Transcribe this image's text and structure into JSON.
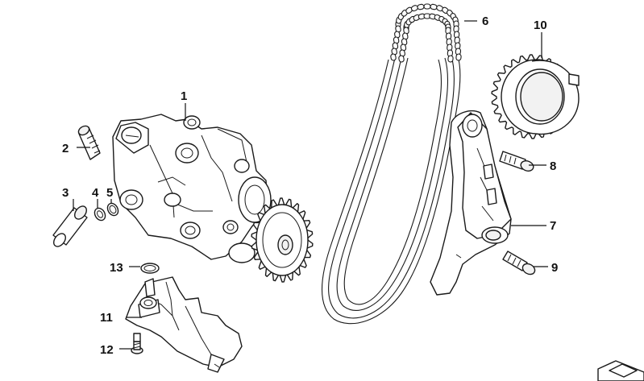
{
  "diagram": {
    "callouts": [
      {
        "id": "1",
        "label": "1"
      },
      {
        "id": "2",
        "label": "2"
      },
      {
        "id": "3",
        "label": "3"
      },
      {
        "id": "4",
        "label": "4"
      },
      {
        "id": "5",
        "label": "5"
      },
      {
        "id": "6",
        "label": "6"
      },
      {
        "id": "7",
        "label": "7"
      },
      {
        "id": "8",
        "label": "8"
      },
      {
        "id": "9",
        "label": "9"
      },
      {
        "id": "10",
        "label": "10"
      },
      {
        "id": "11",
        "label": "11"
      },
      {
        "id": "12",
        "label": "12"
      },
      {
        "id": "13",
        "label": "13"
      }
    ],
    "colors": {
      "ink": "#1a1a1a",
      "background": "#ffffff",
      "shade": "#f2f2f2"
    }
  }
}
